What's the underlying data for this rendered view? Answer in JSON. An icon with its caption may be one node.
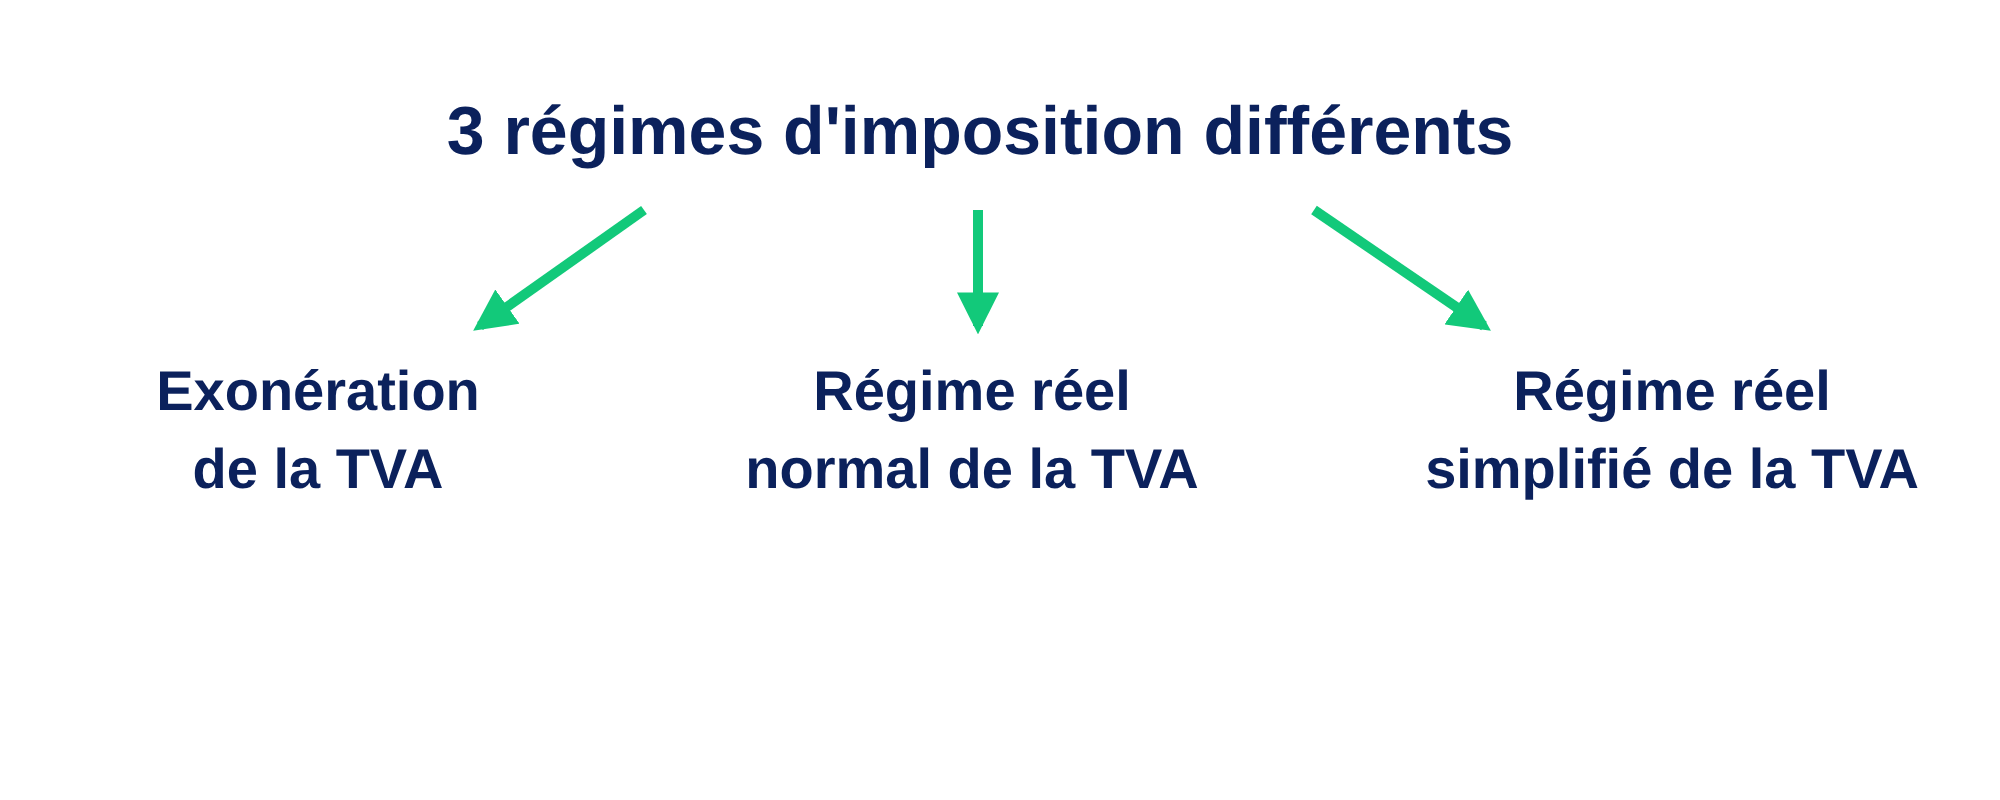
{
  "diagram": {
    "nodes": [
      {
        "text": [
          "3 régimes d'imposition différents"
        ]
      },
      {
        "text": [
          "Exonération de la TVA"
        ]
      },
      {
        "text": [
          "Régime réel normal de la TVA"
        ]
      },
      {
        "text": [
          "Régime réel simplifié de la TVA"
        ]
      }
    ],
    "edges": [
      {
        "from": 0,
        "to": 1,
        "arrow": "to"
      },
      {
        "from": 0,
        "to": 2,
        "arrow": "to"
      },
      {
        "from": 0,
        "to": 3,
        "arrow": "to"
      }
    ]
  }
}
